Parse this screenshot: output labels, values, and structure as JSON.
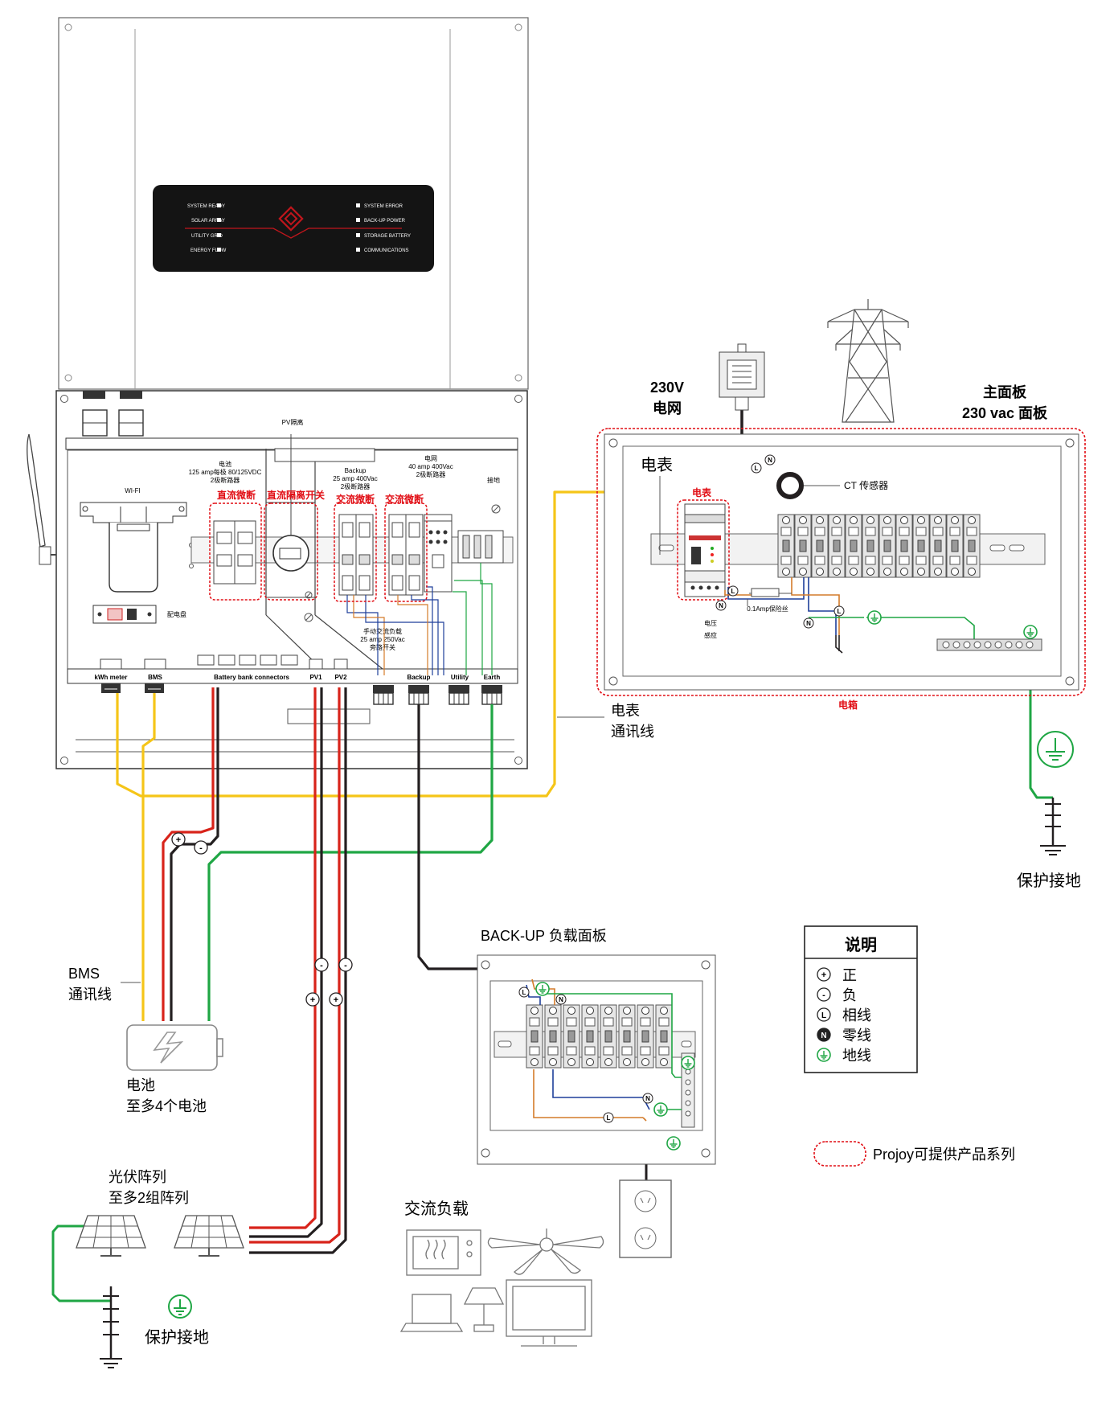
{
  "colors": {
    "red_wire": "#d8231a",
    "black_wire": "#231f20",
    "yellow_wire": "#f5c518",
    "green_wire": "#1fa644",
    "blue_wire": "#1e3f9a",
    "orange_wire": "#d47b2a",
    "outline": "#444444",
    "dashed_highlight": "#e10e15"
  },
  "inverter": {
    "leds_left": [
      "SYSTEM READY",
      "SOLAR ARRAY",
      "UTILITY GRID",
      "ENERGY FLOW"
    ],
    "leds_right": [
      "SYSTEM ERROR",
      "BACK-UP POWER",
      "STORAGE BATTERY",
      "COMMUNICATIONS"
    ],
    "wifi": "WI-FI",
    "panel_label": "配电盘",
    "battery_breaker": {
      "line1": "电池",
      "line2": "125 amp每极 80/125VDC",
      "line3": "2极断路器",
      "tag": "直流微断"
    },
    "pv_isolator": {
      "title": "PV隔离",
      "tag": "直流隔离开关"
    },
    "backup_breaker": {
      "line1": "Backup",
      "line2": "25 amp 400Vac",
      "line3": "2极断路器",
      "tag": "交流微断"
    },
    "grid_breaker": {
      "line1": "电网",
      "line2": "40 amp 400Vac",
      "line3": "2极断路器",
      "tag": "交流微断"
    },
    "earth_label": "接地",
    "bypass": {
      "line1": "手动交流负载",
      "line2": "25 amp 250Vac",
      "line3": "旁路开关"
    },
    "terminals": [
      "kWh meter",
      "BMS",
      "Battery bank connectors",
      "PV1",
      "PV2",
      "Backup",
      "Utility",
      "Earth"
    ]
  },
  "grid": {
    "line1": "230V",
    "line2": "电网"
  },
  "main_panel": {
    "title1": "主面板",
    "title2": "230 vac 面板",
    "meter_label": "电表",
    "meter_tag": "电表",
    "ct_label": "CT 传感器",
    "fuse_label": "0.1Amp保险丝",
    "voltage_sense1": "电压",
    "voltage_sense2": "感应",
    "box_tag": "电箱"
  },
  "meter_comm": {
    "line1": "电表",
    "line2": "通讯线"
  },
  "bms_comm": {
    "line1": "BMS",
    "line2": "通讯线"
  },
  "ground_right": "保护接地",
  "ground_left": "保护接地",
  "battery": {
    "line1": "电池",
    "line2": "至多4个电池"
  },
  "pv_array": {
    "line1": "光伏阵列",
    "line2": "至多2组阵列"
  },
  "backup_panel_title": "BACK-UP 负载面板",
  "ac_load_title": "交流负载",
  "legend": {
    "title": "说明",
    "items": [
      {
        "symbol": "+",
        "label": "正"
      },
      {
        "symbol": "-",
        "label": "负"
      },
      {
        "symbol": "L",
        "label": "相线"
      },
      {
        "symbol": "N",
        "label": "零线"
      },
      {
        "symbol": "earth",
        "label": "地线"
      }
    ]
  },
  "products_note": "Projoy可提供产品系列",
  "symbols": {
    "plus": "+",
    "minus": "-",
    "L": "L",
    "N": "N"
  }
}
